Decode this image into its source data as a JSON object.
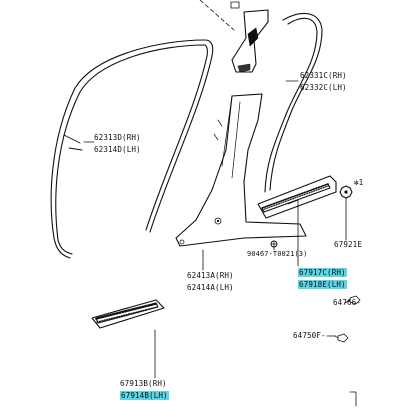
{
  "callouts": {
    "weatherstrip": {
      "rh": "62313D(RH)",
      "lh": "62314D(LH)"
    },
    "b_pillar_upper": {
      "rh": "62331C(RH)",
      "lh": "62332C(LH)"
    },
    "a_pillar_lower": {
      "rh": "62413A(RH)",
      "lh": "62414A(LH)"
    },
    "clip": {
      "text": "90467-T0021(3)"
    },
    "rear_scuff": {
      "rh": "67917C(RH)",
      "lh": "67918E(LH)"
    },
    "rear_scuff_clip": {
      "text": "67921E"
    },
    "front_scuff": {
      "rh": "67913B(RH)",
      "lh": "67914B(LH)"
    },
    "part_64766": {
      "text": "64766-"
    },
    "part_64750": {
      "text": "64750F-"
    },
    "note_mark": {
      "text": "✻1"
    }
  },
  "colors": {
    "highlight": "#5ad6e6",
    "line": "#111111"
  }
}
